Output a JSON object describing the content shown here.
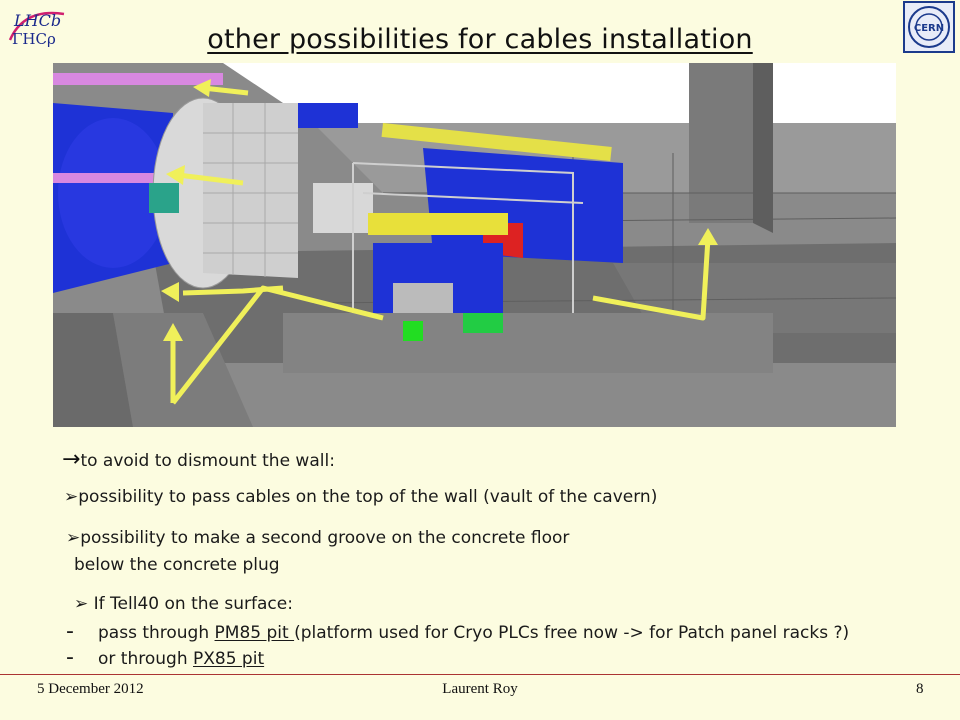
{
  "title": " other possibilities for cables installation",
  "logos": {
    "left": "LHCb logo",
    "right": "CERN logo",
    "lhcb_text": "LHCb",
    "cern_text": "CERN"
  },
  "bullets": {
    "b1": {
      "marker": "→",
      "text": "to avoid to dismount the wall:"
    },
    "b2": {
      "marker": "➢",
      "text": "possibility to pass cables on the top of the wall (vault of the cavern)"
    },
    "b3": {
      "marker": "➢",
      "line1": "possibility to make a second groove on the concrete floor",
      "line2": "below the concrete plug"
    },
    "b4": {
      "marker": "➢",
      "text": " If Tell40 on the surface:"
    },
    "d1": {
      "marker": "-",
      "pre": "pass through ",
      "link": "PM85 pit ",
      "post": "(platform used for Cryo PLCs free now -> for Patch panel racks ?)"
    },
    "d2": {
      "marker": "-",
      "pre": "or through ",
      "link": "PX85 pit"
    }
  },
  "footer": {
    "date": "5 December 2012",
    "author": "Laurent Roy",
    "page": "8"
  },
  "colors": {
    "background": "#fcfce0",
    "arrow": "#f0f05a",
    "detector_blue": "#1f2fd8",
    "gray": "#8a8a8a"
  }
}
